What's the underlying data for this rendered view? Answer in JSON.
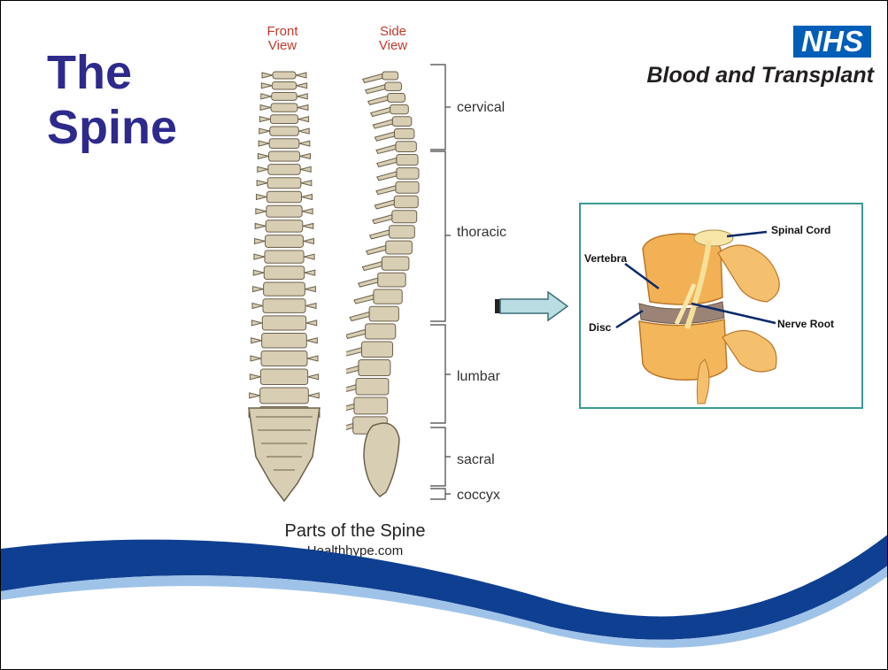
{
  "slide": {
    "title_line1": "The",
    "title_line2": "Spine"
  },
  "logo": {
    "badge": "NHS",
    "subtitle": "Blood and Transplant",
    "brand_color": "#005eb8"
  },
  "spine_figure": {
    "front_view_line1": "Front",
    "front_view_line2": "View",
    "side_view_line1": "Side",
    "side_view_line2": "View",
    "regions": [
      "cervical",
      "thoracic",
      "lumbar",
      "sacral",
      "coccyx"
    ],
    "caption": "Parts of the Spine",
    "credit": "Healthhype.com"
  },
  "inset": {
    "labels": {
      "spinal_cord": "Spinal Cord",
      "vertebra": "Vertebra",
      "disc": "Disc",
      "nerve_root": "Nerve Root"
    },
    "border_color": "#3a9a93"
  },
  "colors": {
    "title": "#2e2a8c",
    "wave_dark": "#0f3f91",
    "wave_light": "#9fc3e8",
    "bone": "#d8ceb4"
  }
}
